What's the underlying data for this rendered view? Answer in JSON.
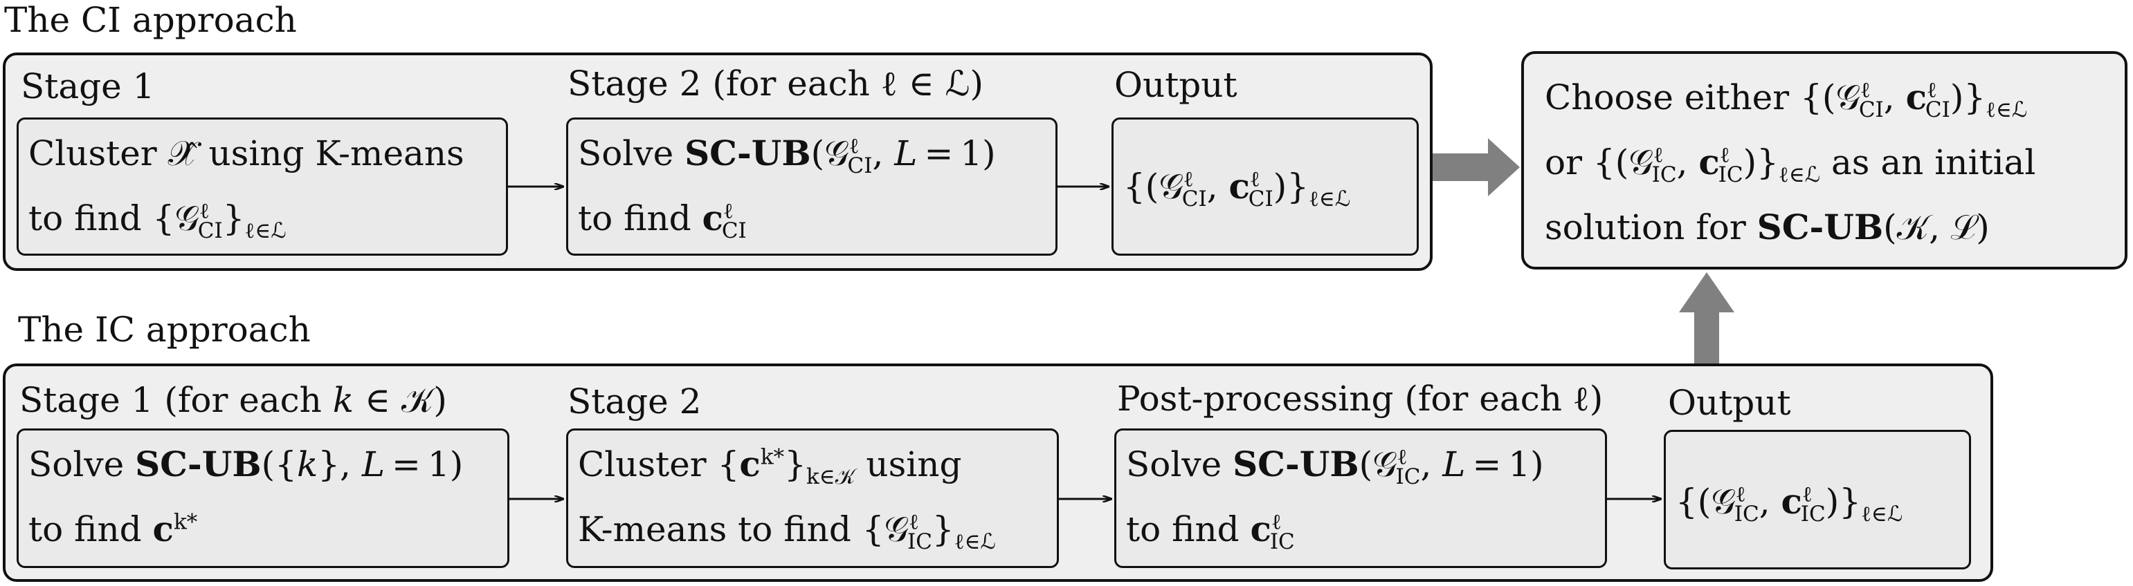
{
  "ci": {
    "title": "The CI approach",
    "stage1_label": "Stage 1",
    "stage2_label": "Stage 2 (for each ℓ ∈ ℒ)",
    "output_label": "Output",
    "stage1_box": [
      "Cluster 𝒳̂ using K-means",
      "to find {𝒢^ℓ_CI}_ℓ∈ℒ"
    ],
    "stage2_box": [
      "Solve SC-UB(𝒢^ℓ_CI, L = 1)",
      "to find c^ℓ_CI"
    ],
    "output_box": [
      "{(𝒢^ℓ_CI, c^ℓ_CI)}_ℓ∈ℒ"
    ]
  },
  "ic": {
    "title": "The IC approach",
    "stage1_label": "Stage 1 (for each k ∈ 𝒦)",
    "stage2_label": "Stage 2",
    "post_label": "Post-processing (for each ℓ)",
    "output_label": "Output",
    "stage1_box": [
      "Solve SC-UB({k}, L = 1)",
      "to find c^k*"
    ],
    "stage2_box": [
      "Cluster {c^k*}_k∈𝒦 using",
      "K-means to find {𝒢^ℓ_IC}_ℓ∈ℒ"
    ],
    "post_box": [
      "Solve SC-UB(𝒢^ℓ_IC, L = 1)",
      "to find c^ℓ_IC"
    ],
    "output_box": [
      "{(𝒢^ℓ_IC, c^ℓ_IC)}_ℓ∈ℒ"
    ]
  },
  "final": {
    "lines": [
      "Choose either {(𝒢^ℓ_CI, c^ℓ_CI)}_ℓ∈ℒ",
      "or {(𝒢^ℓ_IC, c^ℓ_IC)}_ℓ∈ℒ as an initial",
      "solution for SC-UB(𝒦, ℒ)"
    ]
  },
  "colors": {
    "panel_fill": "#efefef",
    "box_fill": "#eaeaea",
    "stroke": "#111111",
    "arrow_fill": "#808080"
  }
}
